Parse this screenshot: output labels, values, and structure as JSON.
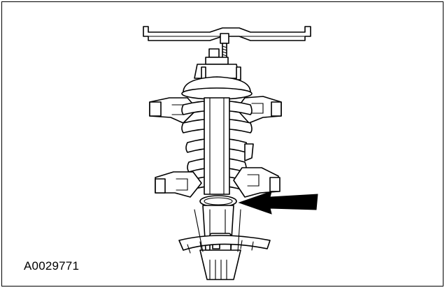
{
  "figure": {
    "id_label": "A0029771",
    "ink_color": "#000000",
    "background_color": "#ffffff"
  },
  "diagram": {
    "subject": "strut-and-spring-assembly-in-spring-compressor",
    "pointer": "callout-arrow"
  }
}
